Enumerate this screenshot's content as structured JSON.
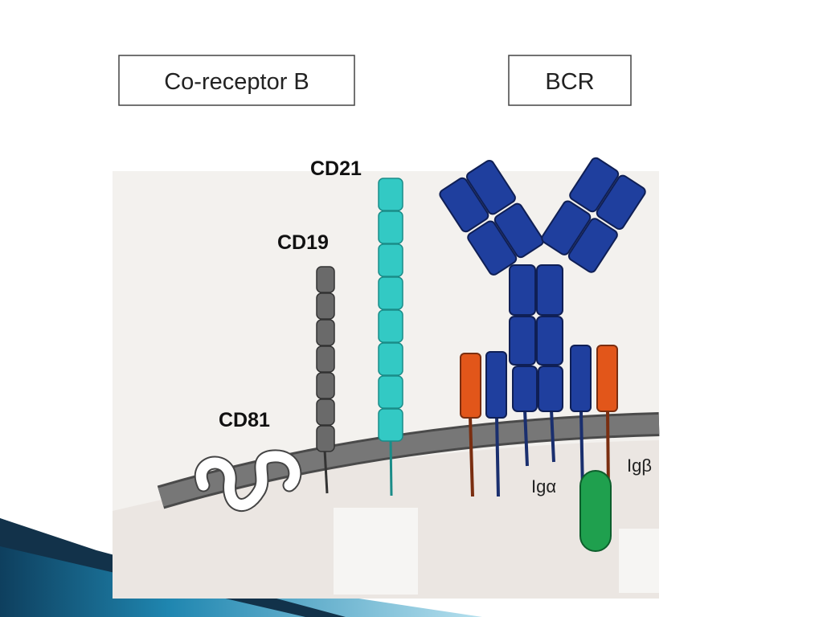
{
  "boxes": {
    "coreceptor": "Co-receptor B",
    "bcr": "BCR"
  },
  "labels": {
    "cd21": "CD21",
    "cd19": "CD19",
    "cd81": "CD81",
    "ig_alpha": "Igα",
    "ig_beta": "Igβ"
  },
  "colors": {
    "panel_background": "#f3f1ee",
    "cytoplasm": "#ece7e3",
    "membrane": "#6b6b6b",
    "membrane_edge": "#4a4a4a",
    "cd81": "#ffffff",
    "cd19": "#6a6a6a",
    "cd21": "#33c9c4",
    "bcr_heavy": "#1f3f9e",
    "orange_chain": "#e2561a",
    "green_kinase": "#1fa04e",
    "slide_accent_dark": "#12324a",
    "slide_accent_mid": "#1f7fa8",
    "slide_accent_light": "#9fd4e6"
  }
}
